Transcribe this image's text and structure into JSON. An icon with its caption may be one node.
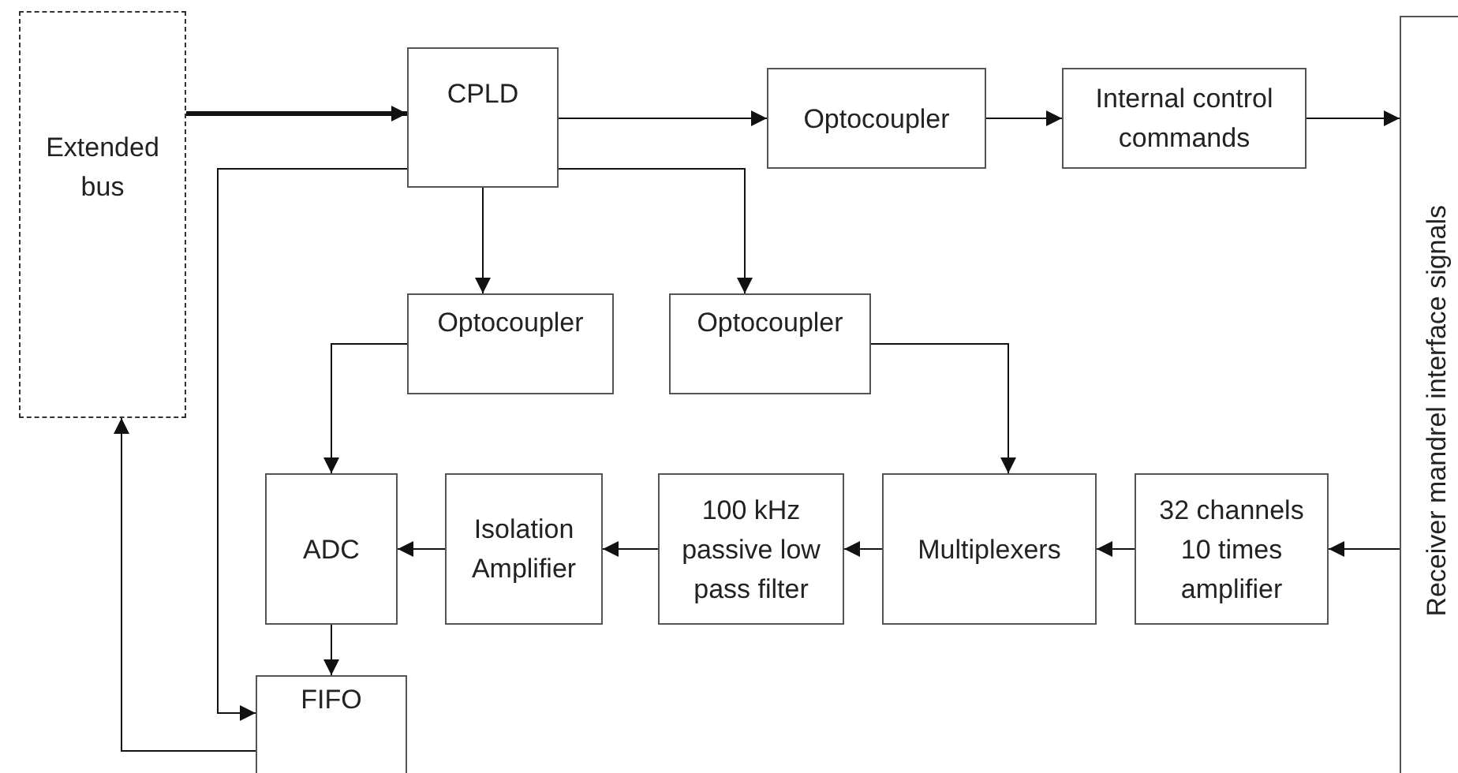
{
  "diagram": {
    "nodes": [
      {
        "text": [
          "Extended bus"
        ]
      },
      {
        "text": [
          "CPLD"
        ]
      },
      {
        "text": [
          "Optocoupler"
        ]
      },
      {
        "text": [
          "Internal control commands"
        ]
      },
      {
        "text": [
          "Receiver mandrel interface signals"
        ]
      },
      {
        "text": [
          "Optocoupler"
        ]
      },
      {
        "text": [
          "Optocoupler"
        ]
      },
      {
        "text": [
          "ADC"
        ]
      },
      {
        "text": [
          "Isolation Amplifier"
        ]
      },
      {
        "text": [
          "100 kHz passive low pass filter"
        ]
      },
      {
        "text": [
          "Multiplexers"
        ]
      },
      {
        "text": [
          "32 channels 10 times amplifier"
        ]
      },
      {
        "text": [
          "FIFO"
        ]
      }
    ],
    "edges": [
      {
        "from": 0,
        "to": 1,
        "arrow": "to",
        "style": "thick"
      },
      {
        "from": 1,
        "to": 2,
        "arrow": "to"
      },
      {
        "from": 2,
        "to": 3,
        "arrow": "to"
      },
      {
        "from": 3,
        "to": 4,
        "arrow": "to"
      },
      {
        "from": 1,
        "to": 5,
        "arrow": "to"
      },
      {
        "from": 1,
        "to": 6,
        "arrow": "to"
      },
      {
        "from": 1,
        "to": 12,
        "arrow": "to"
      },
      {
        "from": 5,
        "to": 7,
        "arrow": "to"
      },
      {
        "from": 6,
        "to": 10,
        "arrow": "to"
      },
      {
        "from": 4,
        "to": 11,
        "arrow": "to"
      },
      {
        "from": 11,
        "to": 10,
        "arrow": "to"
      },
      {
        "from": 10,
        "to": 9,
        "arrow": "to"
      },
      {
        "from": 9,
        "to": 8,
        "arrow": "to"
      },
      {
        "from": 8,
        "to": 7,
        "arrow": "to"
      },
      {
        "from": 7,
        "to": 12,
        "arrow": "to"
      },
      {
        "from": 12,
        "to": 0,
        "arrow": "to"
      }
    ]
  }
}
